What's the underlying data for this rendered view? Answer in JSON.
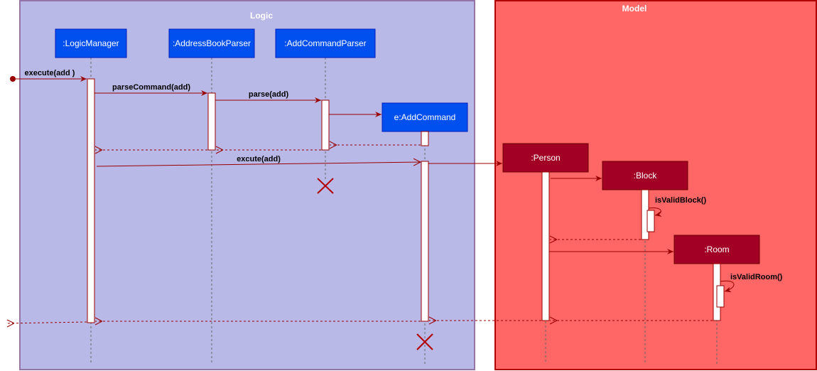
{
  "colors": {
    "logic_frame_fill": "#B9B9E8",
    "logic_frame_stroke": "#9673A6",
    "model_frame_fill": "#FF6666",
    "model_frame_stroke": "#B20000",
    "logic_box_fill": "#0050EF",
    "logic_box_stroke": "#001DBC",
    "model_box_fill": "#A20025",
    "model_box_stroke": "#6F0000",
    "message": "#990000",
    "destroy": "#B20000",
    "lifeline": "#666666"
  },
  "frames": {
    "logic": {
      "title": "Logic"
    },
    "model": {
      "title": "Model"
    }
  },
  "participants": {
    "logic_manager": ":LogicManager",
    "address_book_parser": ":AddressBookParser",
    "add_command_parser": ":AddCommandParser",
    "add_command": "e:AddCommand",
    "person": ":Person",
    "block": ":Block",
    "room": ":Room"
  },
  "messages": {
    "execute": "execute(add )",
    "parse_command": "parseCommand(add)",
    "parse": "parse(add)",
    "excute": "excute(add)",
    "is_valid_block": "isValidBlock()",
    "is_valid_room": "isValidRoom()"
  },
  "icons": {
    "entry": "initial-message-dot-icon",
    "destroy": "destroy-x-icon"
  }
}
